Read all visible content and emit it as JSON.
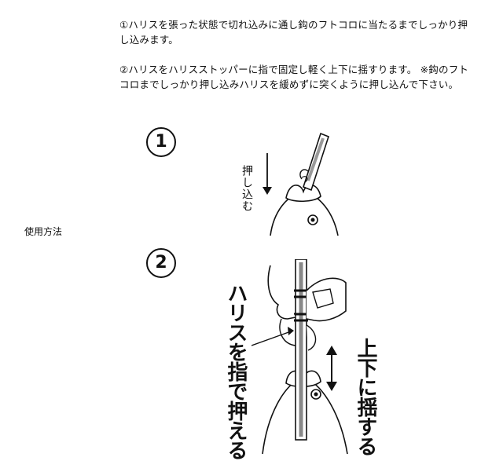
{
  "instructions": {
    "step1_text": "①ハリスを張った状態で切れ込みに通し鈎のフトコロに当たるまでしっかり押し込みます。",
    "step2_text": "②ハリスをハリスストッパーに指で固定し軽く上下に揺すります。 ※鈎のフトコロまでしっかり押し込みハリスを緩めずに突くように押し込んで下さい。"
  },
  "side_label": "使用方法",
  "figure1": {
    "number": "1",
    "caption": "押し込む"
  },
  "figure2": {
    "number": "2",
    "caption_left": "ハリスを指で押える",
    "caption_right": "上下に揺する"
  }
}
